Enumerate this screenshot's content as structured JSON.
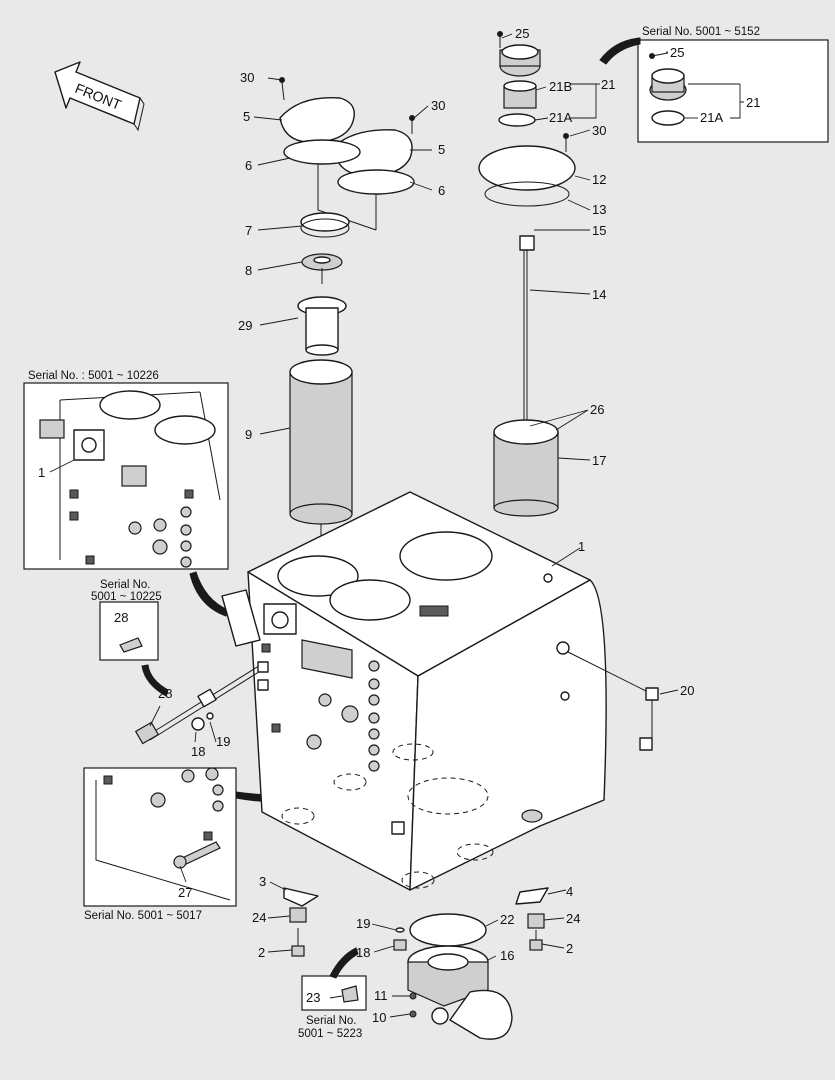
{
  "labels": {
    "front": "FRONT",
    "serial_a": "Serial No. 5001 ~ 5152",
    "serial_b": "Serial No. : 5001 ~ 10226",
    "serial_c1": "Serial No.",
    "serial_c2": "5001 ~ 10225",
    "serial_d": "Serial No. 5001 ~ 5017",
    "serial_e1": "Serial No.",
    "serial_e2": "5001 ~ 5223"
  },
  "callouts": [
    {
      "id": "c25a",
      "text": "25"
    },
    {
      "id": "c25b",
      "text": "25"
    },
    {
      "id": "c21a",
      "text": "21"
    },
    {
      "id": "c21b",
      "text": "21"
    },
    {
      "id": "c21B",
      "text": "21B"
    },
    {
      "id": "c21A1",
      "text": "21A"
    },
    {
      "id": "c21A2",
      "text": "21A"
    },
    {
      "id": "c30a",
      "text": "30"
    },
    {
      "id": "c30b",
      "text": "30"
    },
    {
      "id": "c30c",
      "text": "30"
    },
    {
      "id": "c5a",
      "text": "5"
    },
    {
      "id": "c5b",
      "text": "5"
    },
    {
      "id": "c6a",
      "text": "6"
    },
    {
      "id": "c6b",
      "text": "6"
    },
    {
      "id": "c12",
      "text": "12"
    },
    {
      "id": "c13",
      "text": "13"
    },
    {
      "id": "c15",
      "text": "15"
    },
    {
      "id": "c7",
      "text": "7"
    },
    {
      "id": "c8",
      "text": "8"
    },
    {
      "id": "c14",
      "text": "14"
    },
    {
      "id": "c29",
      "text": "29"
    },
    {
      "id": "c9",
      "text": "9"
    },
    {
      "id": "c26",
      "text": "26"
    },
    {
      "id": "c17",
      "text": "17"
    },
    {
      "id": "c1a",
      "text": "1"
    },
    {
      "id": "c1b",
      "text": "1"
    },
    {
      "id": "c28a",
      "text": "28"
    },
    {
      "id": "c28b",
      "text": "28"
    },
    {
      "id": "c20",
      "text": "20"
    },
    {
      "id": "c18a",
      "text": "18"
    },
    {
      "id": "c19a",
      "text": "19"
    },
    {
      "id": "c27",
      "text": "27"
    },
    {
      "id": "c3",
      "text": "3"
    },
    {
      "id": "c4",
      "text": "4"
    },
    {
      "id": "c24a",
      "text": "24"
    },
    {
      "id": "c24b",
      "text": "24"
    },
    {
      "id": "c2a",
      "text": "2"
    },
    {
      "id": "c2b",
      "text": "2"
    },
    {
      "id": "c19b",
      "text": "19"
    },
    {
      "id": "c22",
      "text": "22"
    },
    {
      "id": "c18b",
      "text": "18"
    },
    {
      "id": "c16",
      "text": "16"
    },
    {
      "id": "c23",
      "text": "23"
    },
    {
      "id": "c11",
      "text": "11"
    },
    {
      "id": "c10",
      "text": "10"
    }
  ]
}
